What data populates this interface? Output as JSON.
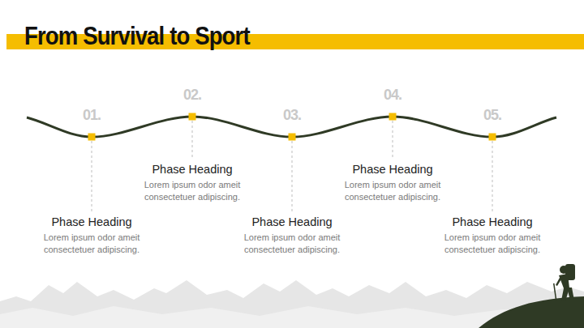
{
  "diagram": {
    "title": "From Survival to Sport",
    "nodes": [
      {
        "text": [
          "Phase Heading",
          "Lorem ipsum odor ameit consectetuer adipiscing."
        ]
      },
      {
        "text": [
          "Phase Heading",
          "Lorem ipsum odor ameit consectetuer adipiscing."
        ]
      },
      {
        "text": [
          "Phase Heading",
          "Lorem ipsum odor ameit consectetuer adipiscing."
        ]
      },
      {
        "text": [
          "Phase Heading",
          "Lorem ipsum odor ameit consectetuer adipiscing."
        ]
      },
      {
        "text": [
          "Phase Heading",
          "Lorem ipsum odor ameit consectetuer adipiscing."
        ]
      }
    ],
    "labels": [
      "01.",
      "02.",
      "03.",
      "04.",
      "05."
    ]
  }
}
